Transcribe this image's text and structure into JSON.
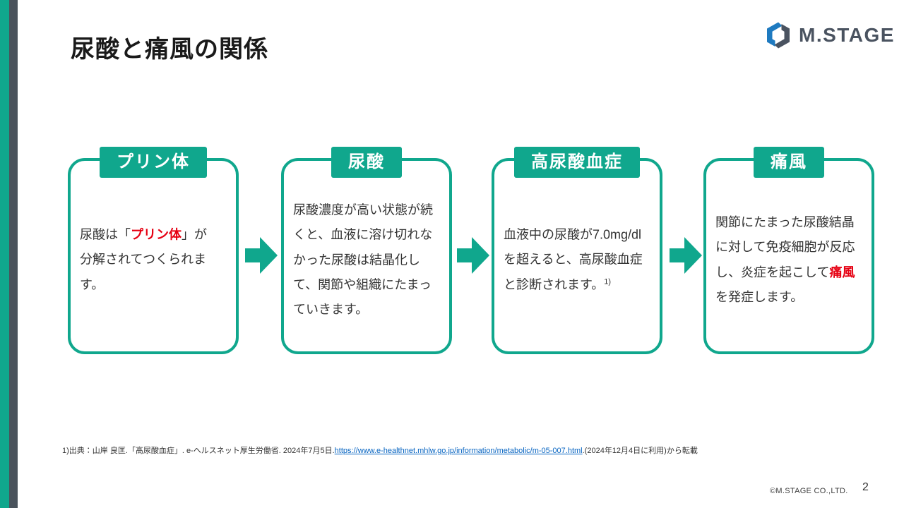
{
  "slide": {
    "title": "尿酸と痛風の関係",
    "logo_text": "M.STAGE",
    "copyright": "©M.STAGE CO.,LTD.",
    "page_number": "2"
  },
  "flow_steps": [
    {
      "header": "プリン体",
      "body": [
        {
          "text": "尿酸は「"
        },
        {
          "text": "プリン体",
          "em": true
        },
        {
          "text": "」が",
          "br": true
        },
        {
          "text": "分解されてつくられます。"
        }
      ]
    },
    {
      "header": "尿酸",
      "body": [
        {
          "text": "尿酸濃度が高い状態が続くと、血液に溶け切れなかった尿酸は結晶化して、関節や組織にたまっていきます。"
        }
      ]
    },
    {
      "header": "高尿酸血症",
      "body": [
        {
          "text": "血液中の尿酸が7.0mg/dlを超えると、高尿酸血症と診断されます。"
        },
        {
          "text": "1)",
          "sup": true
        }
      ]
    },
    {
      "header": "痛風",
      "body": [
        {
          "text": "関節にたまった尿酸結晶に対して免疫細胞が反応し、炎症を起こして"
        },
        {
          "text": "痛風",
          "em": true
        },
        {
          "text": "を発症します。"
        }
      ]
    }
  ],
  "citation": [
    {
      "text": "1)出典：山岸 良匡.「高尿酸血症」. e-ヘルスネット厚生労働省. 2024年7月5日."
    },
    {
      "text": "https://www.e-healthnet.mhlw.go.jp/information/metabolic/m-05-007.html",
      "link": true
    },
    {
      "text": ".(2024年12月4日に利用)から転載"
    }
  ],
  "colors": {
    "teal": "#10A78D",
    "dark_stripe": "#4A535C",
    "logo_blue": "#1E7AC0",
    "logo_dark": "#4A5360",
    "accent_red": "#E60012",
    "link_blue": "#0563C1"
  }
}
